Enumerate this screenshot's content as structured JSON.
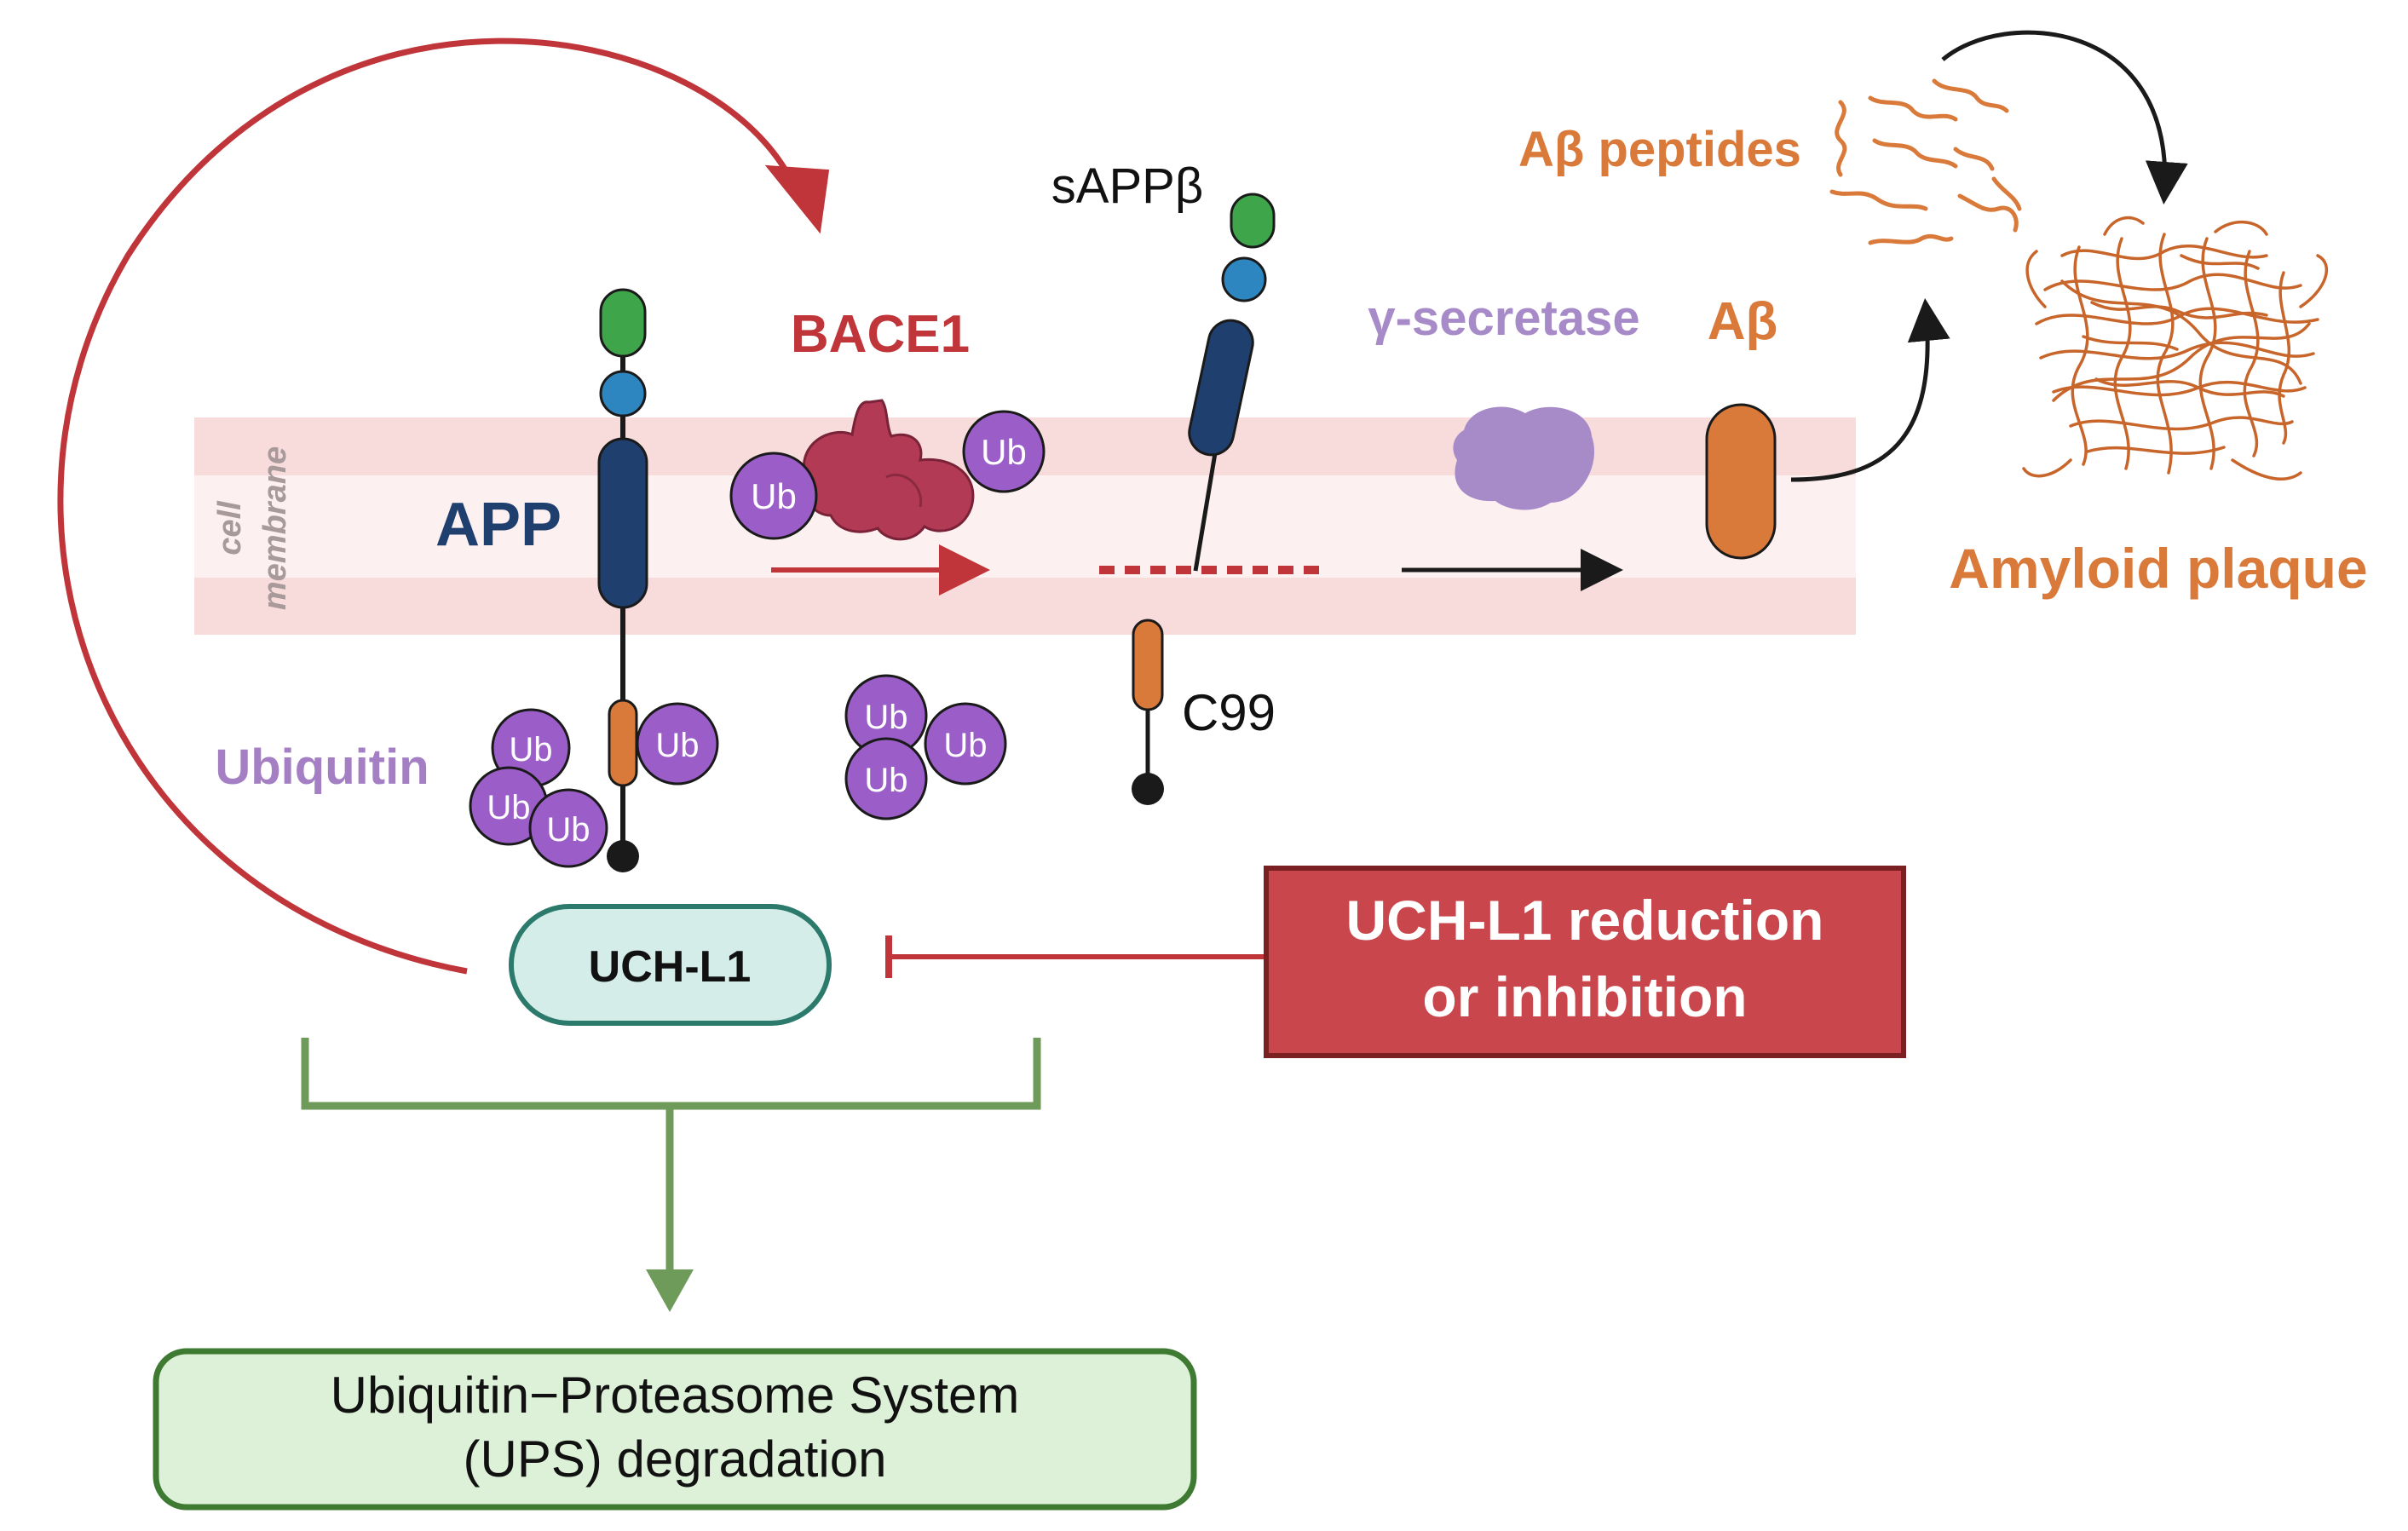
{
  "labels": {
    "cell_membrane_line1": "cell",
    "cell_membrane_line2": "membrane",
    "app": "APP",
    "bace1": "BACE1",
    "sappb": "sAPPβ",
    "gamma_secretase": "γ-secretase",
    "abeta": "Aβ",
    "abeta_peptides": "Aβ peptides",
    "amyloid_plaque": "Amyloid plaque",
    "ubiquitin": "Ubiquitin",
    "c99": "C99",
    "uchl1": "UCH-L1",
    "reduction_line1": "UCH-L1 reduction",
    "reduction_line2": "or inhibition",
    "ups_line1": "Ubiquitin−Proteasome System",
    "ups_line2": "(UPS) degradation",
    "ub": "Ub"
  },
  "colors": {
    "membrane_band": "#f8dcdc",
    "membrane_center": "#fdf0f0",
    "app_blue": "#1f3f6e",
    "domain_green": "#3ea54a",
    "domain_teal": "#2e86c1",
    "bace1_red": "#c0353a",
    "bace1_body": "#b23a55",
    "gamma_purple": "#a78bc9",
    "ub_purple": "#9b5ec9",
    "abeta_orange": "#d97a3a",
    "uchl1_fill": "#d4ede9",
    "uchl1_stroke": "#2c7a6b",
    "red_box": "#c9474c",
    "ups_fill": "#dcf1d7",
    "ups_stroke": "#3f7a33",
    "bracket_green": "#6e9a5a",
    "arrow_black": "#1a1a1a"
  },
  "icons": [
    "ubiquitin-icon",
    "bace1-enzyme-icon",
    "gamma-secretase-icon",
    "amyloid-plaque-icon",
    "abeta-peptide-icon"
  ]
}
